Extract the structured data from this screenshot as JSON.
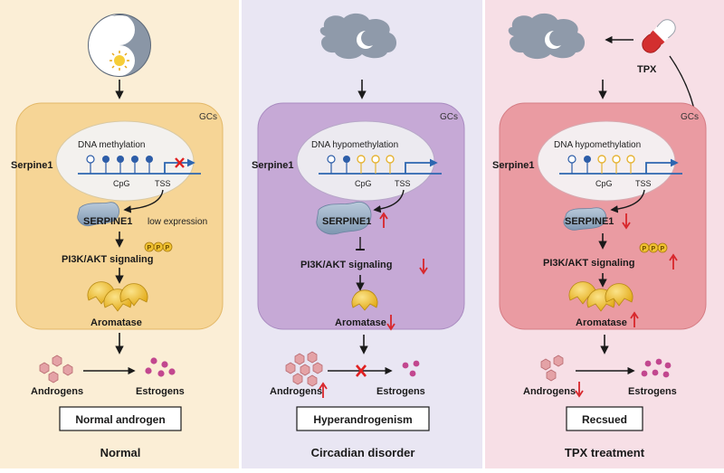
{
  "panels": [
    {
      "id": "normal",
      "bg": "#fbeed6",
      "cell_fill": "#f6d596",
      "title": "Normal",
      "cell_label": "GCs",
      "gene_label": "Serpine1",
      "methylation_label": "DNA methylation",
      "cpg_label": "CpG",
      "tss_label": "TSS",
      "serpine_label": "SERPINE1",
      "serpine_note": "low expression",
      "pathway_label": "PI3K/AKT signaling",
      "aromatase_label": "Aromatase",
      "androgens_label": "Androgens",
      "estrogens_label": "Estrogens",
      "outcome_label": "Normal androgen"
    },
    {
      "id": "circadian",
      "bg": "#e9e6f3",
      "cell_fill": "#c6a9d6",
      "title": "Circadian disorder",
      "cell_label": "GCs",
      "gene_label": "Serpine1",
      "methylation_label": "DNA hypomethylation",
      "cpg_label": "CpG",
      "tss_label": "TSS",
      "serpine_label": "SERPINE1",
      "pathway_label": "PI3K/AKT signaling",
      "aromatase_label": "Aromatase",
      "androgens_label": "Androgens",
      "estrogens_label": "Estrogens",
      "outcome_label": "Hyperandrogenism"
    },
    {
      "id": "tpx",
      "bg": "#f7dfe6",
      "cell_fill": "#ea9ba2",
      "title": "TPX treatment",
      "cell_label": "GCs",
      "gene_label": "Serpine1",
      "methylation_label": "DNA hypomethylation",
      "cpg_label": "CpG",
      "tss_label": "TSS",
      "serpine_label": "SERPINE1",
      "pathway_label": "PI3K/AKT signaling",
      "aromatase_label": "Aromatase",
      "androgens_label": "Androgens",
      "estrogens_label": "Estrogens",
      "outcome_label": "Recsued",
      "drug_label": "TPX"
    }
  ],
  "phospho_glyph": "P",
  "colors": {
    "arrow_up": "#d8262b",
    "blocked_x": "#e02020",
    "dna_blue": "#2d66b0",
    "methyl_filled": "#2d5da8",
    "unmethyl_open": "#f2c64a",
    "androgen": "#e4a2a6",
    "estrogen": "#c2478f",
    "cloud": "#8f9aaa",
    "enzyme": "#f1c232"
  },
  "icons": {
    "clock": "yin-yang-day-night-icon",
    "cloud": "cloud-moon-icon",
    "pill": "capsule-pill-icon",
    "protein": "protein-blob-icon",
    "enzyme": "aromatase-enzyme-icon"
  },
  "changes": {
    "circadian": {
      "serpine": "up",
      "pathway": "down",
      "aromatase": "down",
      "androgens": "up",
      "conversion": "blocked"
    },
    "tpx": {
      "serpine": "down",
      "pathway": "up",
      "aromatase": "up",
      "androgens": "down",
      "conversion": "restored"
    }
  }
}
